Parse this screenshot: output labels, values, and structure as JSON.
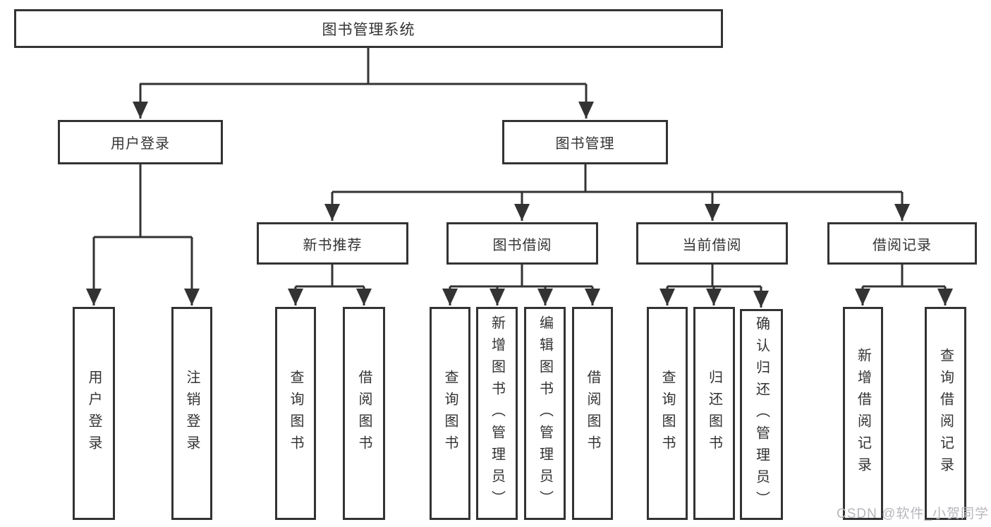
{
  "tree": {
    "label": "图书管理系统",
    "children": [
      {
        "label": "用户登录",
        "children": [
          {
            "label": "用户登录"
          },
          {
            "label": "注销登录"
          }
        ]
      },
      {
        "label": "图书管理",
        "children": [
          {
            "label": "新书推荐",
            "children": [
              {
                "label": "查询图书"
              },
              {
                "label": "借阅图书"
              }
            ]
          },
          {
            "label": "图书借阅",
            "children": [
              {
                "label": "查询图书"
              },
              {
                "label": "新增图书（管理员）"
              },
              {
                "label": "编辑图书（管理员）"
              },
              {
                "label": "借阅图书"
              }
            ]
          },
          {
            "label": "当前借阅",
            "children": [
              {
                "label": "查询图书"
              },
              {
                "label": "归还图书"
              },
              {
                "label": "确认归还（管理员）"
              }
            ]
          },
          {
            "label": "借阅记录",
            "children": [
              {
                "label": "新增借阅记录"
              },
              {
                "label": "查询借阅记录"
              }
            ]
          }
        ]
      }
    ]
  },
  "watermark": {
    "text": "CSDN @软件_小贺同学"
  },
  "colors": {
    "line": "#333333",
    "text": "#333333",
    "wm": "#b9b6bc",
    "bg": "#ffffff"
  }
}
